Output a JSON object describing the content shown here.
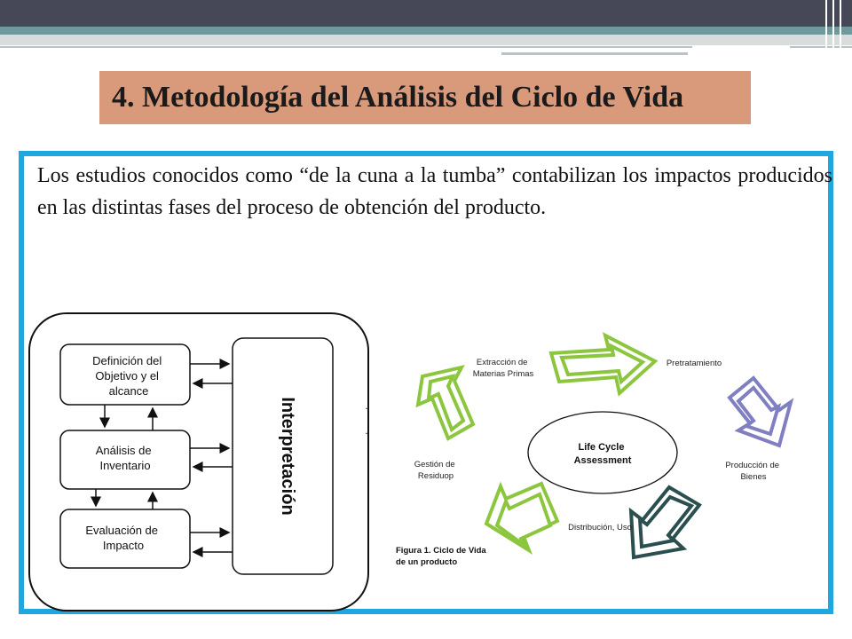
{
  "slide": {
    "title": "4. Metodología del Análisis del Ciclo de Vida",
    "body": "Los estudios conocidos como “de la cuna a la tumba” contabilizan los impactos producidos en las distintas fases del proceso de obtención del producto."
  },
  "iso_diagram": {
    "boxes": [
      {
        "lines": [
          "Definición del",
          "Objetivo y el",
          "alcance"
        ]
      },
      {
        "lines": [
          "Análisis de",
          "Inventario"
        ]
      },
      {
        "lines": [
          "Evaluación de",
          "Impacto"
        ]
      }
    ],
    "interpretation": "Interpretación"
  },
  "life_cycle": {
    "center": [
      "Life Cycle",
      "Assessment"
    ],
    "stages": {
      "extraction": [
        "Extracción de",
        "Materias Primas"
      ],
      "pretreatment": [
        "Pretratamiento"
      ],
      "production": [
        "Producción de",
        "Bienes"
      ],
      "distribution": [
        "Distribución, Uso"
      ],
      "waste": [
        "Gestión de",
        "Residuop"
      ]
    },
    "caption": [
      "Figura 1. Ciclo de Vida",
      "de un producto"
    ]
  },
  "colors": {
    "frame": "#1ea7e1",
    "title_bg": "#d99a7b",
    "green_arrow": "#8cc63f",
    "purple_arrow": "#7f7fc2",
    "dark_arrow": "#2b4f4f"
  }
}
